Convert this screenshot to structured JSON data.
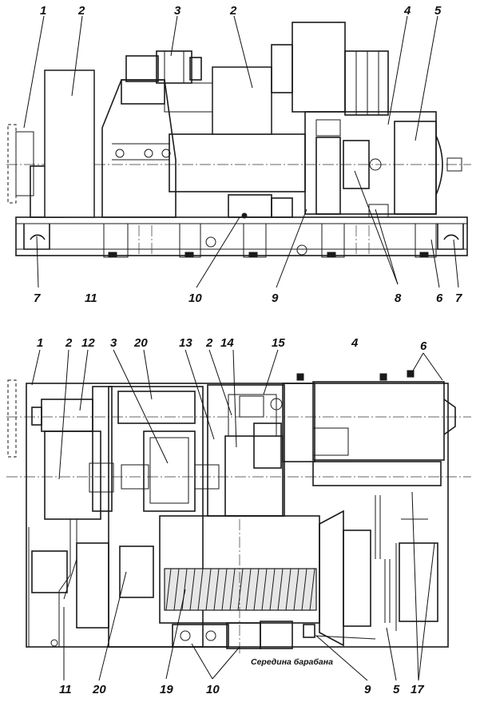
{
  "drawing": {
    "top_view_labels": {
      "l1": "1",
      "l2a": "2",
      "l3": "3",
      "l2b": "2",
      "l4": "4",
      "l5": "5",
      "l7a": "7",
      "l11": "11",
      "l10": "10",
      "l9": "9",
      "l8": "8",
      "l6": "6",
      "l7b": "7"
    },
    "plan_view_labels": {
      "l1": "1",
      "l2a": "2",
      "l12": "12",
      "l3": "3",
      "l20a": "20",
      "l13": "13",
      "l2b": "2",
      "l14": "14",
      "l15": "15",
      "l4": "4",
      "l6": "6",
      "l11": "11",
      "l20b": "20",
      "l19": "19",
      "l10": "10",
      "l9": "9",
      "l5": "5",
      "l17": "17"
    },
    "caption": "Середина барабана"
  }
}
